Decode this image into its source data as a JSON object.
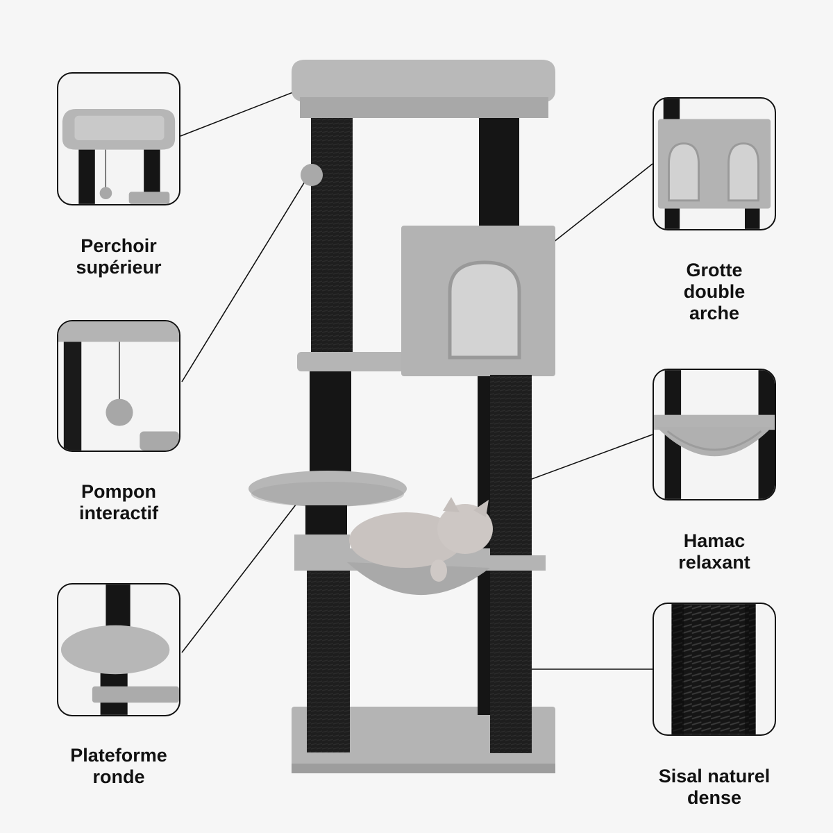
{
  "colors": {
    "plush": "#b9b9b9",
    "plush_dark": "#9c9c9c",
    "plush_light": "#cfcfcf",
    "post": "#1c1c1c",
    "line": "#111111",
    "background": "#f6f6f6"
  },
  "features": [
    {
      "id": "top-perch",
      "line1": "Perchoir",
      "line2": "supérieur",
      "line3": ""
    },
    {
      "id": "pompom",
      "line1": "Pompon",
      "line2": "interactif",
      "line3": ""
    },
    {
      "id": "round-platform",
      "line1": "Plateforme",
      "line2": "ronde",
      "line3": ""
    },
    {
      "id": "double-arch-cave",
      "line1": "Grotte",
      "line2": "double",
      "line3": "arche"
    },
    {
      "id": "hammock",
      "line1": "Hamac",
      "line2": "relaxant",
      "line3": ""
    },
    {
      "id": "sisal-post",
      "line1": "Sisal naturel",
      "line2": "dense",
      "line3": ""
    }
  ]
}
